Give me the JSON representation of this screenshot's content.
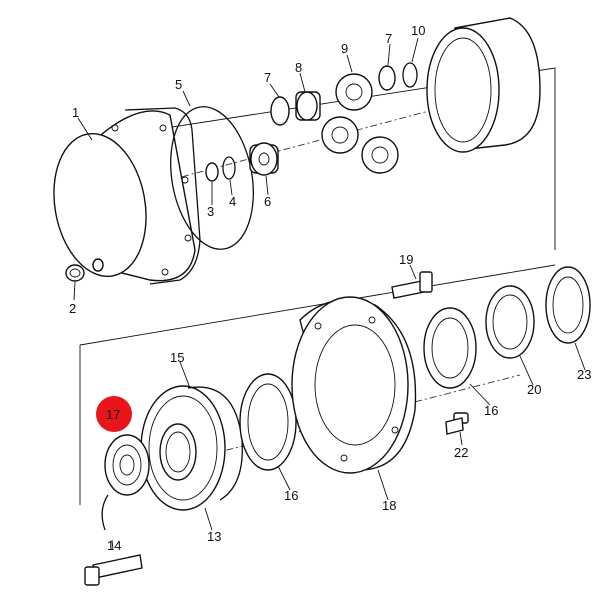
{
  "diagram": {
    "highlight_color": "#e8151b",
    "highlighted_part": "17",
    "part_labels": [
      "1",
      "2",
      "3",
      "4",
      "5",
      "6",
      "7",
      "8",
      "9",
      "7",
      "10",
      "13",
      "14",
      "15",
      "16",
      "16",
      "17",
      "18",
      "19",
      "20",
      "22",
      "23"
    ]
  }
}
